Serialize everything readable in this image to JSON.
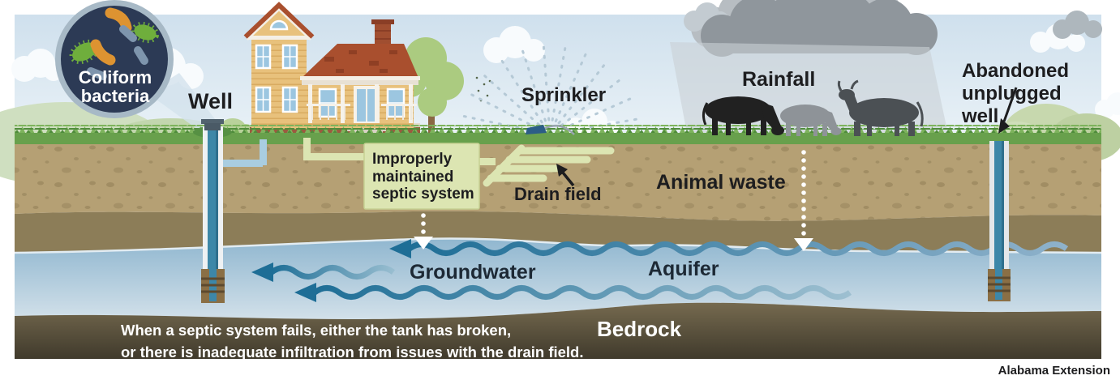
{
  "figure": {
    "labels": {
      "coliform": "Coliform bacteria",
      "well": "Well",
      "sprinkler": "Sprinkler",
      "rainfall": "Rainfall",
      "abandoned_well": "Abandoned unplugged well",
      "septic": "Improperly maintained septic system",
      "drain_field": "Drain field",
      "animal_waste": "Animal waste",
      "groundwater": "Groundwater",
      "aquifer": "Aquifer",
      "bedrock": "Bedrock"
    },
    "caption": {
      "line1": "When a septic system fails, either the tank has broken,",
      "line2": "or there is inadequate infiltration from issues with the drain field."
    },
    "credit": "Alabama Extension"
  },
  "colors": {
    "sky": "#d3e4ef",
    "grass": "#68a04c",
    "grass-dark": "#4f8c3b",
    "grass-light": "#7db35c",
    "soil": "#b5a074",
    "soil-speck": "#8d7a52",
    "subsoil": "#8c7d58",
    "aquifer-top": "#8fb6cf",
    "aquifer-bottom": "#d3e1ea",
    "bedrock-top": "#7a6e52",
    "bedrock-bottom": "#403a2c",
    "septic-green": "#dce5b2",
    "pipe-teal": "#3d87a8",
    "pipe-blue": "#a9cde0",
    "water-arrow": "#1e6e96",
    "label-dark": "#1d1d1f",
    "label-navy": "#1d2935",
    "coliform-navy": "#2c3a55",
    "coliform-ring": "#a7b9c6",
    "bacteria-green": "#6fae3c",
    "bacteria-orange": "#dd9331",
    "bacteria-blue": "#7e95ad",
    "cloud-dark": "#8f969c",
    "cloud-mid": "#b7bdc2",
    "cow-black": "#212121",
    "cow-gray": "#8e9398",
    "cow-dark": "#4b5054",
    "house-wall": "#e8c17c",
    "house-roof": "#a94f2e"
  }
}
